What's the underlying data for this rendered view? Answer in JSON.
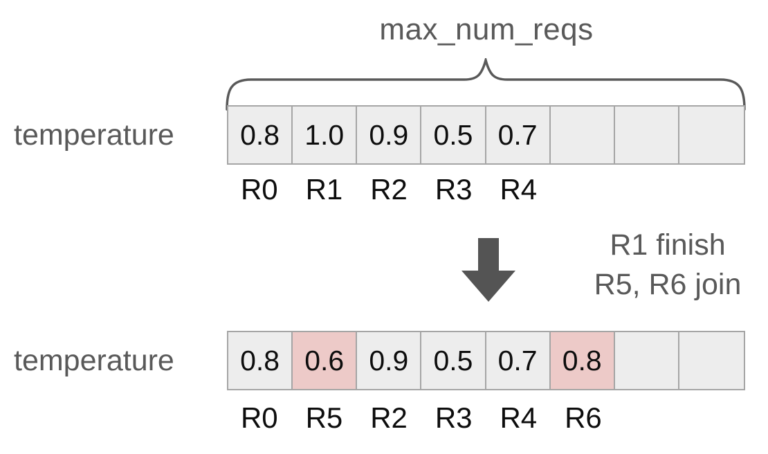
{
  "title": "max_num_reqs",
  "array1": {
    "label": "temperature",
    "cells": [
      "0.8",
      "1.0",
      "0.9",
      "0.5",
      "0.7",
      "",
      "",
      ""
    ],
    "req_labels": [
      "R0",
      "R1",
      "R2",
      "R3",
      "R4",
      "",
      "",
      ""
    ],
    "highlighted": []
  },
  "transition": {
    "line1": "R1 finish",
    "line2": "R5, R6 join"
  },
  "array2": {
    "label": "temperature",
    "cells": [
      "0.8",
      "0.6",
      "0.9",
      "0.5",
      "0.7",
      "0.8",
      "",
      ""
    ],
    "req_labels": [
      "R0",
      "R5",
      "R2",
      "R3",
      "R4",
      "R6",
      "",
      ""
    ],
    "highlighted": [
      1,
      5
    ]
  },
  "colors": {
    "cell_bg": "#ededed",
    "cell_border": "#a5a5a5",
    "highlight_bg": "#edcac8",
    "muted_text": "#595959",
    "value_text": "#0d0d0d",
    "arrow": "#545454"
  },
  "icons": {
    "brace": "curly-brace-up",
    "arrow": "down-block-arrow"
  }
}
